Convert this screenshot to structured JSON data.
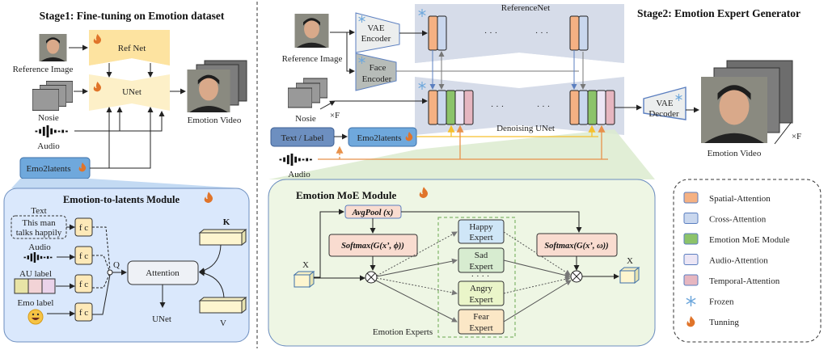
{
  "stage1": {
    "title": "Stage1: Fine-tuning on Emotion dataset",
    "ref_net": "Ref Net",
    "unet": "UNet",
    "reference_image": "Reference Image",
    "noise": "Nosie",
    "audio": "Audio",
    "emotion_video": "Emotion Video",
    "emo2latents": "Emo2latents"
  },
  "e2l_module": {
    "title": "Emotion-to-latents Module",
    "text_label": "Text",
    "text_line1": "This man",
    "text_line2": "talks happily",
    "audio_label": "Audio",
    "au_label": "AU label",
    "emo_label": "Emo label",
    "fc": "f c",
    "q": "Q",
    "k": "K",
    "v": "V",
    "attention": "Attention",
    "unet": "UNet"
  },
  "stage2": {
    "title": "Stage2: Emotion Expert Generator",
    "reference_net": "ReferenceNet",
    "reference_image": "Reference Image",
    "vae_encoder": [
      "VAE",
      "Encoder"
    ],
    "face_encoder": [
      "Face",
      "Encoder"
    ],
    "noise": "Nosie",
    "times_f": "×F",
    "denoising_unet": "Denoising UNet",
    "text_label": "Text / Label",
    "emo2latents": "Emo2latents",
    "audio": "Audio",
    "vae_decoder": [
      "VAE",
      "Decoder"
    ],
    "emotion_video": "Emotion Video",
    "ellipsis": "· · ·"
  },
  "moe_module": {
    "title": "Emotion MoE Module",
    "avgpool": "AvgPool (x)",
    "softmax_left": "Softmax(G(x’, ϕ))",
    "softmax_right": "Softmax(G(x’, ω))",
    "x_in": "X",
    "x_out": "X",
    "experts": [
      {
        "line1": "Happy",
        "line2": "Expert",
        "color": "#cfe6f7"
      },
      {
        "line1": "Sad",
        "line2": "Expert",
        "color": "#d7ecd0"
      },
      {
        "line1": "Angry",
        "line2": "Expert",
        "color": "#eaf5c9"
      },
      {
        "line1": "Fear",
        "line2": "Expert",
        "color": "#fbe7c6"
      }
    ],
    "dots": "· · · ·",
    "experts_label": "Emotion Experts"
  },
  "legend": {
    "items": [
      {
        "label": "Spatial-Attention",
        "color": "#f5b183"
      },
      {
        "label": "Cross-Attention",
        "color": "#c9d7ee"
      },
      {
        "label": "Emotion MoE Module",
        "color": "#8cc36a"
      },
      {
        "label": "Audio-Attention",
        "color": "#ece6f5"
      },
      {
        "label": "Temporal-Attention",
        "color": "#e6b6c0"
      },
      {
        "label": "Frozen",
        "icon": "snowflake-icon"
      },
      {
        "label": "Tunning",
        "icon": "flame-icon"
      }
    ]
  },
  "colors": {
    "yellow_line": "#f6c02c",
    "orange_line": "#e8914a",
    "emo2latents_fill": "#6fa8dc",
    "module_blue": "#dae8fc",
    "module_green": "#eef6e4"
  }
}
